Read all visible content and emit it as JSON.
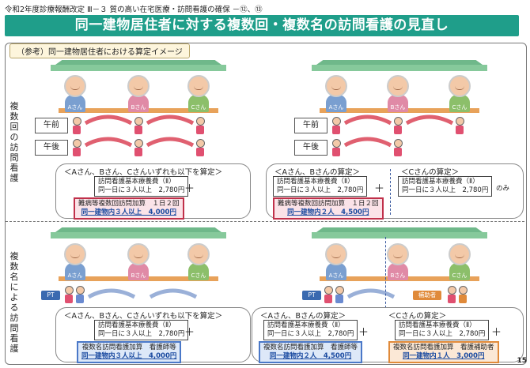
{
  "header": {
    "topline": "令和2年度診療報酬改定 Ⅲ－３ 質の高い在宅医療・訪問看護の確保 －⑫、⑬",
    "title": "同一建物居住者に対する複数回・複数名の訪問看護の見直し",
    "subtitle": "（参考）同一建物居住者における算定イメージ"
  },
  "section_labels": {
    "top": "複数回の訪問看護",
    "bottom": "複数名による訪問看護"
  },
  "residents": [
    "Aさん",
    "Bさん",
    "Cさん"
  ],
  "times": {
    "am": "午前",
    "pm": "午後"
  },
  "tags": {
    "pt": "PT",
    "aide": "補助者"
  },
  "panels": {
    "top_left": {
      "caption": "＜Aさん、Bさん、Cさんいずれも以下を算定＞",
      "base_line1": "訪問看護基本療養費（Ⅱ）",
      "base_line2": "同一日に３人以上　2,780円",
      "add_line1": "難病等複数回訪問加算　１日２回",
      "add_line2": "同一建物内３人以上　4,000円"
    },
    "top_right": {
      "caption_ab": "＜Aさん、Bさんの算定＞",
      "base_ab_line1": "訪問看護基本療養費（Ⅱ）",
      "base_ab_line2": "同一日に３人以上　2,780円",
      "add_ab_line1": "難病等複数回訪問加算　１日２回",
      "add_ab_line2": "同一建物内２人　4,500円",
      "caption_c": "＜Cさんの算定＞",
      "base_c_line1": "訪問看護基本療養費（Ⅱ）",
      "base_c_line2": "同一日に３人以上　2,780円",
      "only": "のみ"
    },
    "bottom_left": {
      "caption": "＜Aさん、Bさん、Cさんいずれも以下を算定＞",
      "base_line1": "訪問看護基本療養費（Ⅱ）",
      "base_line2": "同一日に３人以上　2,780円",
      "add_line1": "複数名訪問看護加算　看護師等",
      "add_line2": "同一建物内３人以上　4,000円"
    },
    "bottom_right": {
      "caption_ab": "＜Aさん、Bさんの算定＞",
      "base_ab_line1": "訪問看護基本療養費（Ⅱ）",
      "base_ab_line2": "同一日に３人以上　2,780円",
      "add_ab_line1": "複数名訪問看護加算　看護師等",
      "add_ab_line2": "同一建物内２人　4,500円",
      "caption_c": "＜Cさんの算定＞",
      "base_c_line1": "訪問看護基本療養費（Ⅱ）",
      "base_c_line2": "同一日に３人以上　2,780円",
      "add_c_line1": "複数名訪問看護加算　看護補助者",
      "add_c_line2": "同一建物内１人　3,000円"
    }
  },
  "page_number": "15",
  "colors": {
    "title_bg": "#1f9e8a",
    "red": "#c0304a",
    "blue": "#4a78c8",
    "orange": "#e08a3a"
  }
}
